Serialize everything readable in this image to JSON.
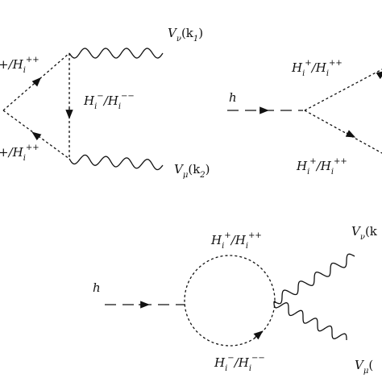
{
  "diagrams": {
    "triangle": {
      "upper_left_label": "+/H",
      "upper_left_label_sub": "i",
      "upper_left_label_sup": "++",
      "lower_left_label": "+/H",
      "lower_left_label_sub": "i",
      "lower_left_label_sup": "++",
      "vertical_label": "H",
      "vertical_label_sub": "i",
      "vertical_label_sup": "−",
      "vertical_label_sep": "/H",
      "vertical_label_sub2": "i",
      "vertical_label_sup2": "−−",
      "boson_top_label": "V",
      "boson_top_sub": "ν",
      "boson_top_arg": "(k",
      "boson_top_arg_sub": "1",
      "boson_top_close": ")",
      "boson_bottom_label": "V",
      "boson_bottom_sub": "μ",
      "boson_bottom_arg": "(k",
      "boson_bottom_arg_sub": "2",
      "boson_bottom_close": ")"
    },
    "vertex": {
      "higgs_label": "h",
      "upper_label": "H",
      "upper_label_sub": "i",
      "upper_label_sup": "+",
      "upper_label_sep": "/H",
      "upper_label_sub2": "i",
      "upper_label_sup2": "++",
      "lower_label": "H",
      "lower_label_sub": "i",
      "lower_label_sup": "+",
      "lower_label_sep": "/H",
      "lower_label_sub2": "i",
      "lower_label_sup2": "++"
    },
    "bubble": {
      "higgs_label": "h",
      "top_label": "H",
      "top_label_sub": "i",
      "top_label_sup": "+",
      "top_label_sep": "/H",
      "top_label_sub2": "i",
      "top_label_sup2": "++",
      "bottom_label": "H",
      "bottom_label_sub": "i",
      "bottom_label_sup": "−",
      "bottom_label_sep": "/H",
      "bottom_label_sub2": "i",
      "bottom_label_sup2": "−−",
      "boson_top_label": "V",
      "boson_top_sub": "ν",
      "boson_top_arg": "(k",
      "boson_bottom_label": "V",
      "boson_bottom_sub": "μ",
      "boson_bottom_arg": "("
    }
  }
}
